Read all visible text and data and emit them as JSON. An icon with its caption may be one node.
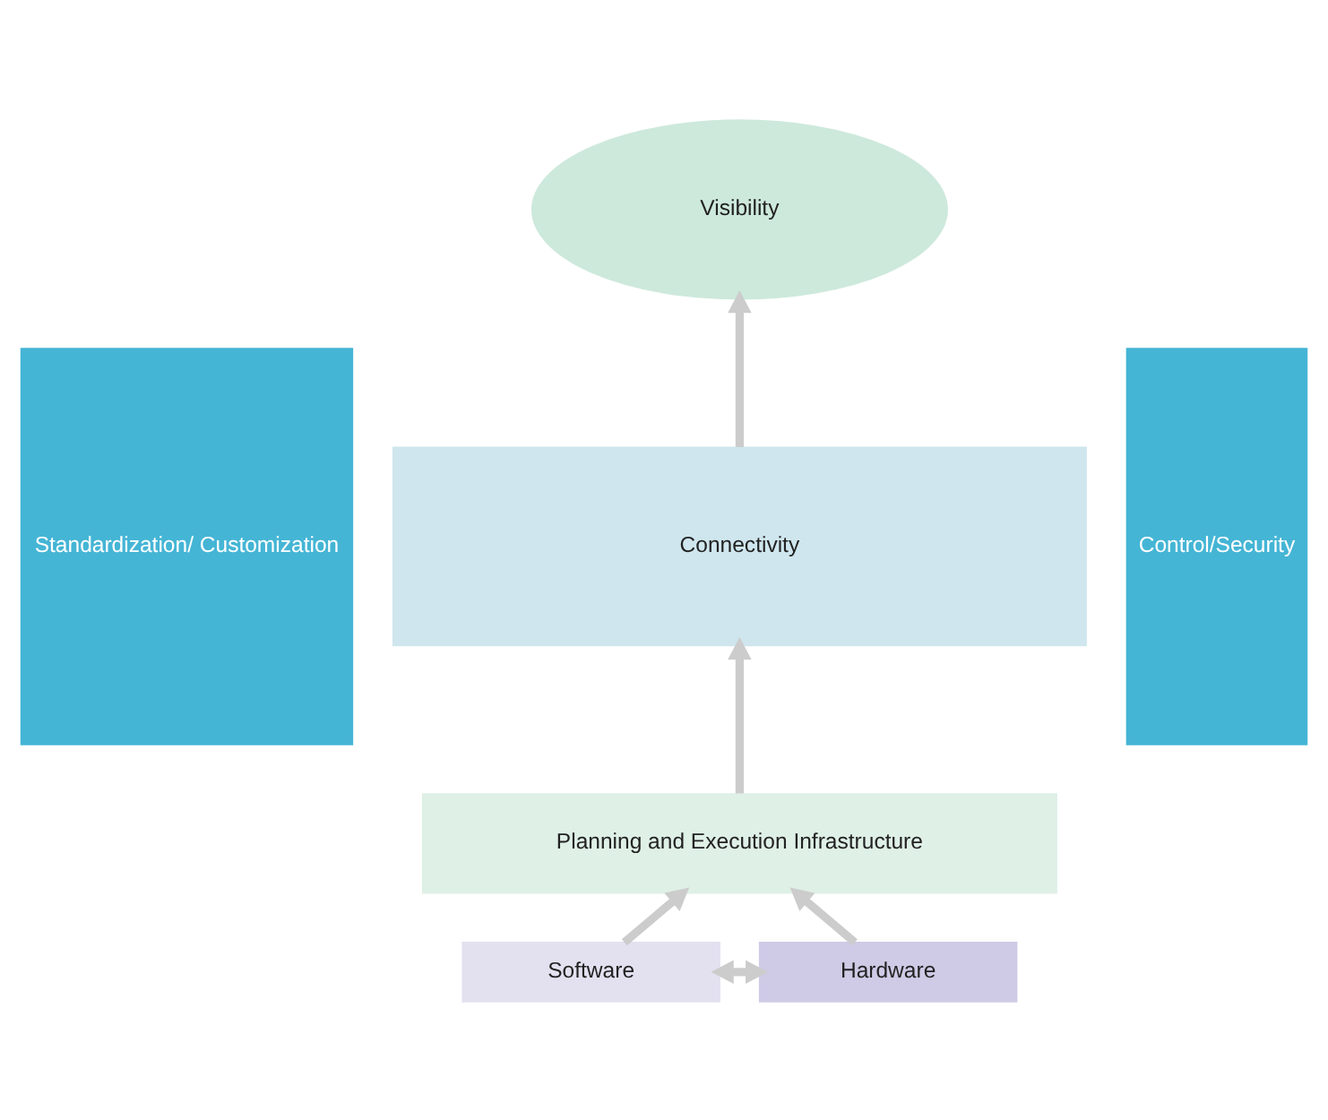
{
  "diagram": {
    "nodes": [
      {
        "text": [
          "Visibility"
        ]
      },
      {
        "text": [
          "Connectivity"
        ]
      },
      {
        "text": [
          "Planning and Execution Infrastructure"
        ]
      },
      {
        "text": [
          "Software"
        ]
      },
      {
        "text": [
          "Hardware"
        ]
      },
      {
        "text": [
          "Standardization/ Customization"
        ]
      },
      {
        "text": [
          "Control/Security"
        ]
      }
    ],
    "edges": [
      {
        "from": 1,
        "to": 0,
        "arrow": "to"
      },
      {
        "from": 2,
        "to": 1,
        "arrow": "to"
      },
      {
        "from": 3,
        "to": 2,
        "arrow": "to"
      },
      {
        "from": 4,
        "to": 2,
        "arrow": "to"
      },
      {
        "from": 3,
        "to": 4,
        "arrow": "both"
      }
    ]
  }
}
